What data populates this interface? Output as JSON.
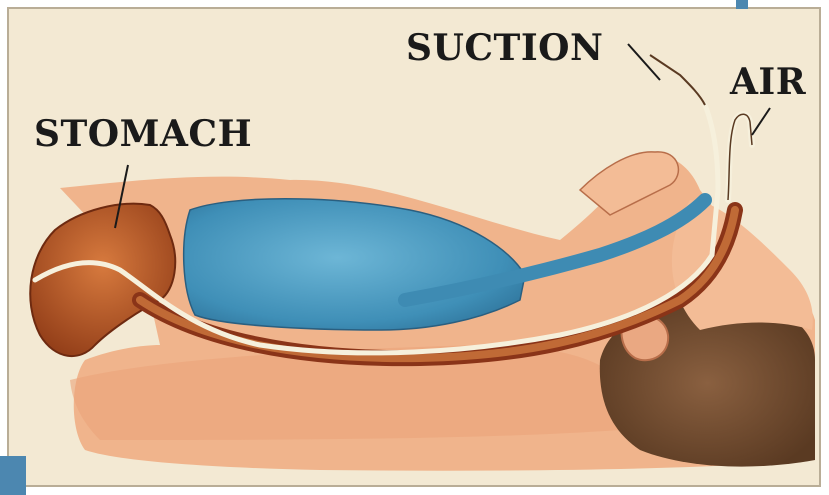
{
  "labels": {
    "suction": "SUCTION",
    "air": "AIR",
    "stomach": "STOMACH"
  },
  "colors": {
    "background": "#f3e9d3",
    "skin": "#f0b48c",
    "stomach_tissue": "#b85424",
    "esophagus": "#8a3418",
    "tube": "#f6f0dc",
    "lung": "#4d99be",
    "hair": "#6f4a2c",
    "accent_bar": "#4c87b0"
  }
}
